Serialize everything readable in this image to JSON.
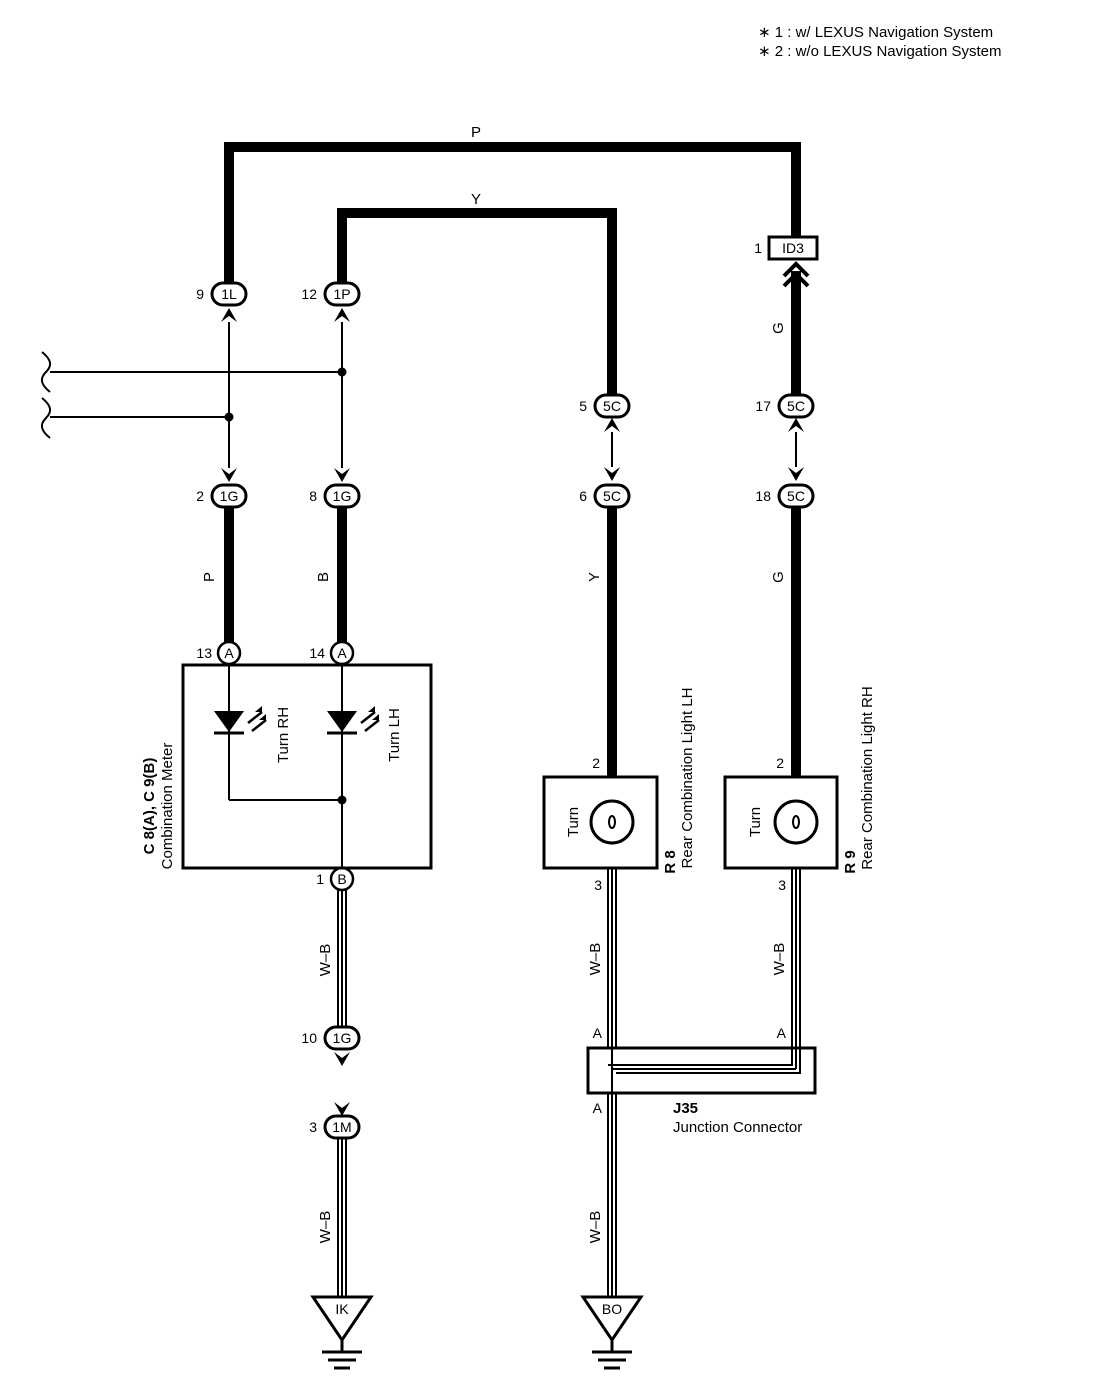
{
  "notes": {
    "n1": "∗ 1 : w/ LEXUS Navigation System",
    "n2": "∗ 2 : w/o LEXUS Navigation System"
  },
  "wires": {
    "top_p": "P",
    "top_y": "Y",
    "p_vert": "P",
    "b_vert": "B",
    "y_vert": "Y",
    "g_upper": "G",
    "g_lower": "G",
    "wb_meter": "W–B",
    "wb_meter_lower": "W–B",
    "wb_lh": "W–B",
    "wb_rh": "W–B",
    "wb_j35": "W–B"
  },
  "connectors": {
    "c1L": {
      "pin": "9",
      "label": "1L"
    },
    "c1P": {
      "pin": "12",
      "label": "1P"
    },
    "cID3": {
      "pin": "1",
      "label": "ID3"
    },
    "c5C_a": {
      "pin": "5",
      "label": "5C"
    },
    "c5C_b": {
      "pin": "17",
      "label": "5C"
    },
    "c5C_c": {
      "pin": "6",
      "label": "5C"
    },
    "c5C_d": {
      "pin": "18",
      "label": "5C"
    },
    "c1G_a": {
      "pin": "2",
      "label": "1G"
    },
    "c1G_b": {
      "pin": "8",
      "label": "1G"
    },
    "cA13": {
      "pin": "13",
      "label": "A"
    },
    "cA14": {
      "pin": "14",
      "label": "A"
    },
    "cB1": {
      "pin": "1",
      "label": "B"
    },
    "c1G_c": {
      "pin": "10",
      "label": "1G"
    },
    "c1M": {
      "pin": "3",
      "label": "1M"
    }
  },
  "components": {
    "meter": {
      "code": "C 8(A), C 9(B)",
      "name": "Combination Meter",
      "led_rh": "Turn RH",
      "led_lh": "Turn LH"
    },
    "r8": {
      "code": "R 8",
      "name": "Rear Combination Light LH",
      "inner": "Turn",
      "pin_top": "2",
      "pin_bot": "3"
    },
    "r9": {
      "code": "R 9",
      "name": "Rear Combination Light RH",
      "inner": "Turn",
      "pin_top": "2",
      "pin_bot": "3"
    },
    "j35": {
      "code": "J35",
      "name": "Junction Connector",
      "pin_a1": "A",
      "pin_a2": "A",
      "pin_a3": "A"
    }
  },
  "grounds": {
    "ik": "IK",
    "bo": "BO"
  }
}
